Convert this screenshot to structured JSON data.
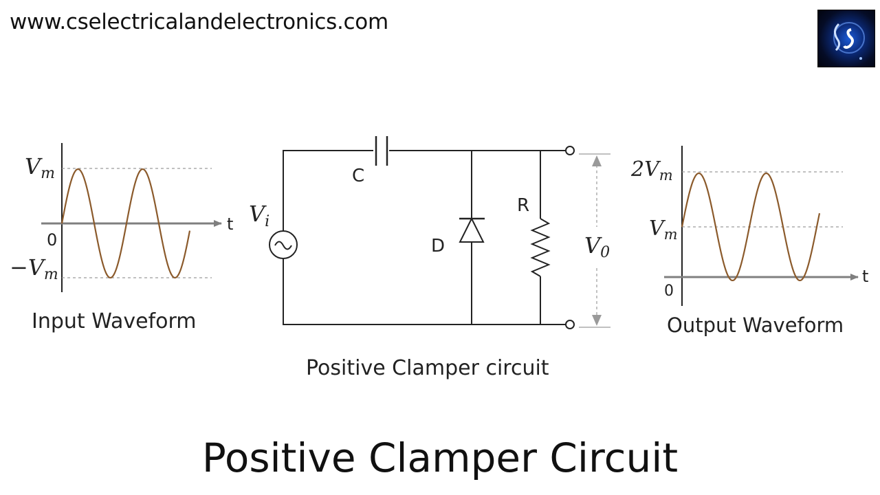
{
  "header": {
    "website": "www.cselectricalandelectronics.com"
  },
  "logo": {
    "letters": "CS"
  },
  "input_waveform": {
    "caption": "Input Waveform",
    "y_max_label": "V",
    "y_max_sub": "m",
    "y_min_label": "−V",
    "y_min_sub": "m",
    "origin_label": "0",
    "axis_label": "t"
  },
  "circuit": {
    "caption": "Positive Clamper circuit",
    "capacitor_label": "C",
    "diode_label": "D",
    "resistor_label": "R",
    "input_label": "V",
    "input_sub": "i",
    "output_label": "V",
    "output_sub": "0"
  },
  "output_waveform": {
    "caption": "Output Waveform",
    "y_top_label": "2V",
    "y_top_sub": "m",
    "y_mid_label": "V",
    "y_mid_sub": "m",
    "origin_label": "0",
    "axis_label": "t"
  },
  "title": "Positive Clamper Circuit",
  "colors": {
    "wave": "#8B5A2B",
    "line": "#222222",
    "dashed": "#9a9a9a",
    "arrow": "#7f7f7f"
  }
}
